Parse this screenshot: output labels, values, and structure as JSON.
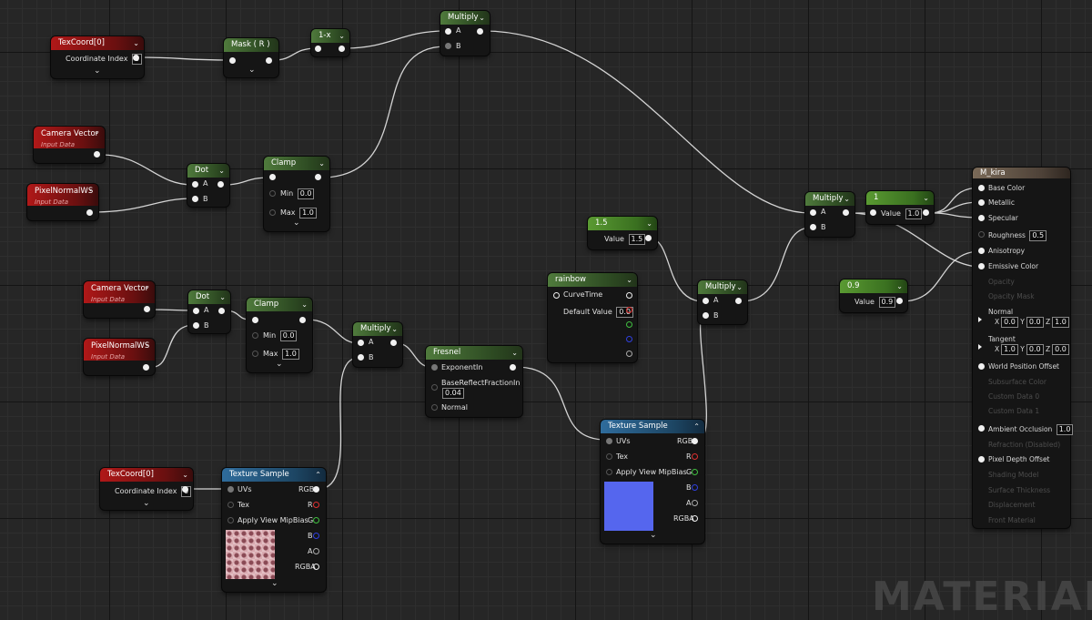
{
  "nodes": {
    "texcoord1": {
      "title": "TexCoord[0]",
      "label": "Coordinate Index",
      "value": "0"
    },
    "mask": {
      "title": "Mask ( R )"
    },
    "oneminus": {
      "title": "1-x"
    },
    "multiply_top": {
      "title": "Multiply",
      "pin_a": "A",
      "pin_b": "B"
    },
    "camvec1": {
      "title": "Camera Vector",
      "sub": "Input Data"
    },
    "pixnorm1": {
      "title": "PixelNormalWS",
      "sub": "Input Data"
    },
    "dot1": {
      "title": "Dot",
      "pin_a": "A",
      "pin_b": "B"
    },
    "clamp1": {
      "title": "Clamp",
      "min_label": "Min",
      "min_value": "0.0",
      "max_label": "Max",
      "max_value": "1.0"
    },
    "camvec2": {
      "title": "Camera Vector",
      "sub": "Input Data"
    },
    "pixnorm2": {
      "title": "PixelNormalWS",
      "sub": "Input Data"
    },
    "dot2": {
      "title": "Dot",
      "pin_a": "A",
      "pin_b": "B"
    },
    "clamp2": {
      "title": "Clamp",
      "min_label": "Min",
      "min_value": "0.0",
      "max_label": "Max",
      "max_value": "1.0"
    },
    "multiply_mid": {
      "title": "Multiply",
      "pin_a": "A",
      "pin_b": "B"
    },
    "fresnel": {
      "title": "Fresnel",
      "exponent": "ExponentIn",
      "brf": "BaseReflectFractionIn",
      "brf_value": "0.04",
      "normal": "Normal"
    },
    "texcoord2": {
      "title": "TexCoord[0]",
      "label": "Coordinate Index",
      "value": "0"
    },
    "texsample1": {
      "title": "Texture Sample",
      "uvs": "UVs",
      "tex": "Tex",
      "mip": "Apply View MipBias",
      "rgb": "RGB",
      "r": "R",
      "g": "G",
      "b": "B",
      "a": "A",
      "rgba": "RGBA"
    },
    "const15": {
      "title": "1.5",
      "label": "Value",
      "value": "1.5"
    },
    "rainbow": {
      "title": "rainbow",
      "curve": "CurveTime",
      "default_label": "Default Value",
      "default_value": "0.0"
    },
    "multiply_right": {
      "title": "Multiply",
      "pin_a": "A",
      "pin_b": "B"
    },
    "texsample2": {
      "title": "Texture Sample",
      "uvs": "UVs",
      "tex": "Tex",
      "mip": "Apply View MipBias",
      "rgb": "RGB",
      "r": "R",
      "g": "G",
      "b": "B",
      "a": "A",
      "rgba": "RGBA"
    },
    "multiply_final": {
      "title": "Multiply",
      "pin_a": "A",
      "pin_b": "B"
    },
    "const1": {
      "title": "1",
      "label": "Value",
      "value": "1.0"
    },
    "const09": {
      "title": "0.9",
      "label": "Value",
      "value": "0.9"
    }
  },
  "material": {
    "title": "M_kira",
    "base_color": "Base Color",
    "metallic": "Metallic",
    "specular": "Specular",
    "roughness": "Roughness",
    "roughness_value": "0.5",
    "anisotropy": "Anisotropy",
    "emissive": "Emissive Color",
    "opacity": "Opacity",
    "opacity_mask": "Opacity Mask",
    "normal": "Normal",
    "normal_x": "0.0",
    "normal_y": "0.0",
    "normal_z": "1.0",
    "tangent": "Tangent",
    "tangent_x": "1.0",
    "tangent_y": "0.0",
    "tangent_z": "0.0",
    "axis_x": "X",
    "axis_y": "Y",
    "axis_z": "Z",
    "wpo": "World Position Offset",
    "subsurface": "Subsurface Color",
    "custom0": "Custom Data 0",
    "custom1": "Custom Data 1",
    "ao": "Ambient Occlusion",
    "ao_value": "1.0",
    "refraction": "Refraction (Disabled)",
    "pdo": "Pixel Depth Offset",
    "shading": "Shading Model",
    "thickness": "Surface Thickness",
    "displacement": "Displacement",
    "front": "Front Material"
  },
  "watermark": "MATERIAL",
  "colors": {
    "wire": "#d8d8d8",
    "swatch": "#5566ee"
  }
}
